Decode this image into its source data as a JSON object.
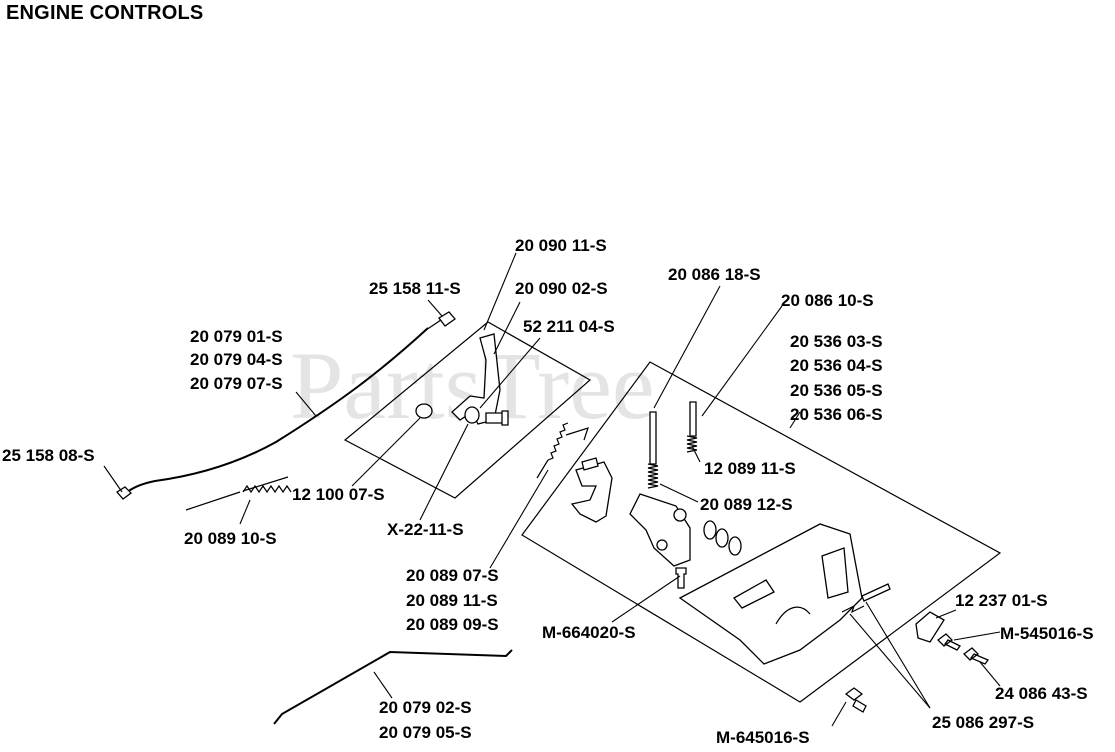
{
  "title": "ENGINE CONTROLS",
  "watermark": "PartsTree",
  "labels": [
    {
      "key": "l1",
      "text": "20 090 11-S"
    },
    {
      "key": "l2",
      "text": "25 158 11-S"
    },
    {
      "key": "l3",
      "text": "20 090 02-S"
    },
    {
      "key": "l4",
      "text": "20 086 18-S"
    },
    {
      "key": "l5",
      "text": "20 086 10-S"
    },
    {
      "key": "l6",
      "text": "52 211 04-S"
    },
    {
      "key": "l7",
      "text": "20 079 01-S"
    },
    {
      "key": "l8",
      "text": "20 079 04-S"
    },
    {
      "key": "l9",
      "text": "20 079 07-S"
    },
    {
      "key": "l10",
      "text": "20 536 03-S"
    },
    {
      "key": "l11",
      "text": "20 536 04-S"
    },
    {
      "key": "l12",
      "text": "20 536 05-S"
    },
    {
      "key": "l13",
      "text": "20 536 06-S"
    },
    {
      "key": "l14",
      "text": "25 158 08-S"
    },
    {
      "key": "l15",
      "text": "12 089 11-S"
    },
    {
      "key": "l16",
      "text": "12 100 07-S"
    },
    {
      "key": "l17",
      "text": "20 089 12-S"
    },
    {
      "key": "l18",
      "text": "X-22-11-S"
    },
    {
      "key": "l19",
      "text": "20 089 10-S"
    },
    {
      "key": "l20",
      "text": "20 089 07-S"
    },
    {
      "key": "l21",
      "text": "20 089 11-S"
    },
    {
      "key": "l22",
      "text": "20 089 09-S"
    },
    {
      "key": "l23",
      "text": "12 237 01-S"
    },
    {
      "key": "l24",
      "text": "M-664020-S"
    },
    {
      "key": "l25",
      "text": "M-545016-S"
    },
    {
      "key": "l26",
      "text": "24 086 43-S"
    },
    {
      "key": "l27",
      "text": "20 079 02-S"
    },
    {
      "key": "l28",
      "text": "20 079 05-S"
    },
    {
      "key": "l29",
      "text": "M-645016-S"
    },
    {
      "key": "l30",
      "text": "25 086 297-S"
    }
  ]
}
